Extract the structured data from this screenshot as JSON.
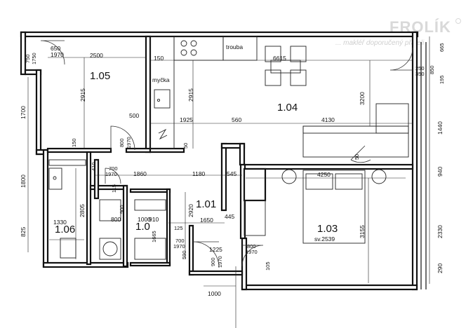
{
  "watermark": {
    "brand": "FROLÍK",
    "slogan": "... makléř doporučený přáteli"
  },
  "rooms": {
    "r105": "1.05",
    "r104": "1.04",
    "r101": "1.01",
    "r103": "1.03",
    "r106": "1.06",
    "r102": "1.0"
  },
  "labels": {
    "trouba": "trouba",
    "mycka": "myčka",
    "sv": "sv.2539"
  },
  "dims": {
    "d650": "650",
    "d1970a": "1970",
    "d2500": "2500",
    "d150a": "150",
    "d6615": "6615",
    "d665": "665",
    "d350": "350",
    "d250": "250",
    "d850": "850",
    "d195": "195",
    "d750": "750",
    "d1750": "1750",
    "d2915a": "2915",
    "d2915b": "2915",
    "d3200": "3200",
    "d1700": "1700",
    "d500": "500",
    "d1925": "1925",
    "d560": "560",
    "d4130": "4130",
    "d1440": "1440",
    "d150b": "150",
    "d800a": "800",
    "d1970b": "1970",
    "d50a": "50",
    "d50b": "50",
    "d410": "410",
    "d700a": "700",
    "d1970c": "1970",
    "d1860": "1860",
    "d1180": "1180",
    "d545": "545",
    "d4250": "4250",
    "d940": "940",
    "d1800": "1800",
    "d115": "115",
    "d2805": "2805",
    "d1330": "1330",
    "d800b": "800",
    "d900a": "900",
    "d1000a": "1000",
    "d910": "910",
    "d2920": "2920",
    "d1650": "1650",
    "d445": "445",
    "d3155": "3155",
    "d2330": "2330",
    "d825": "825",
    "d125": "125",
    "d1665": "1665",
    "d700b": "700",
    "d1970d": "1970",
    "d590": "590",
    "d1225": "1225",
    "d800c": "800",
    "d1970e": "1970",
    "d900b": "900",
    "d1970f": "1970",
    "d105": "105",
    "d290": "290",
    "d1000b": "1000"
  }
}
